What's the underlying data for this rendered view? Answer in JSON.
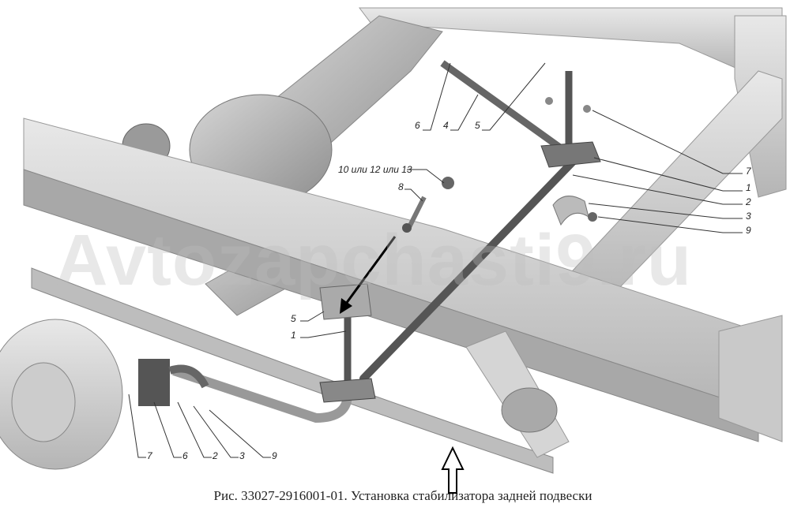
{
  "figure": {
    "caption": "Рис. 33027-2916001-01. Установка стабилизатора задней подвески",
    "watermark": "Avtozapchasti9.ru",
    "callouts": {
      "top": [
        "6",
        "4",
        "5"
      ],
      "middle": [
        "10 или 12 или 13",
        "8"
      ],
      "right": [
        "7",
        "1",
        "2",
        "3",
        "9"
      ],
      "center": [
        "5",
        "1"
      ],
      "bottom": [
        "7",
        "6",
        "2",
        "3",
        "9"
      ]
    }
  }
}
